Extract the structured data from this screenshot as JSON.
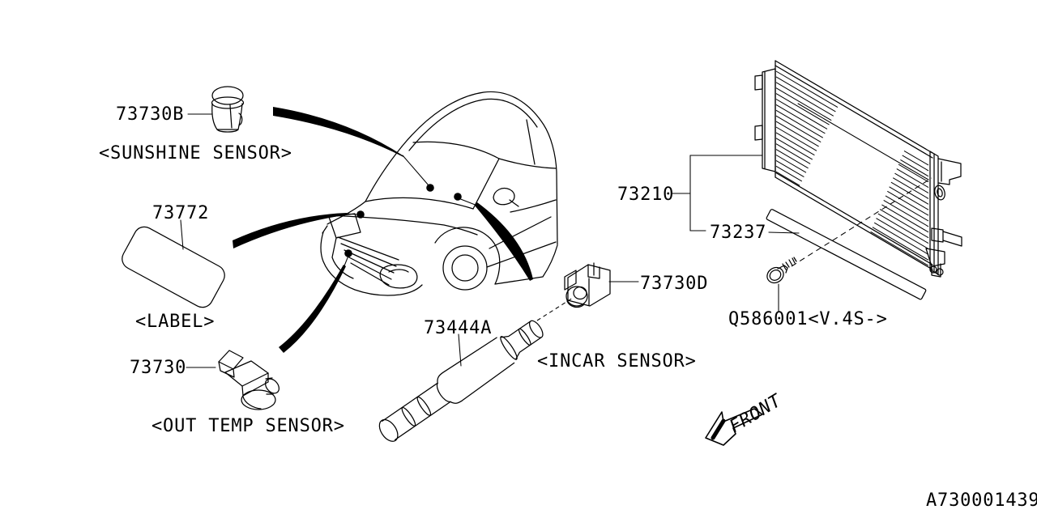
{
  "colors": {
    "background": "#ffffff",
    "line": "#000000"
  },
  "doc_number": "A730001439",
  "front_label": "FRONT",
  "callouts": {
    "sunshine_sensor": {
      "code": "73730B",
      "caption": "<SUNSHINE SENSOR>"
    },
    "label_plate": {
      "code": "73772",
      "caption": "<LABEL>"
    },
    "out_temp_sensor": {
      "code": "73730",
      "caption": "<OUT TEMP SENSOR>"
    },
    "sensor_duct": {
      "code": "73444A"
    },
    "incar_sensor": {
      "code": "73730D",
      "caption": "<INCAR SENSOR>"
    },
    "condenser": {
      "code": "73210"
    },
    "condenser_seal": {
      "code": "73237"
    },
    "bolt": {
      "code": "Q586001<V.4S->"
    }
  }
}
